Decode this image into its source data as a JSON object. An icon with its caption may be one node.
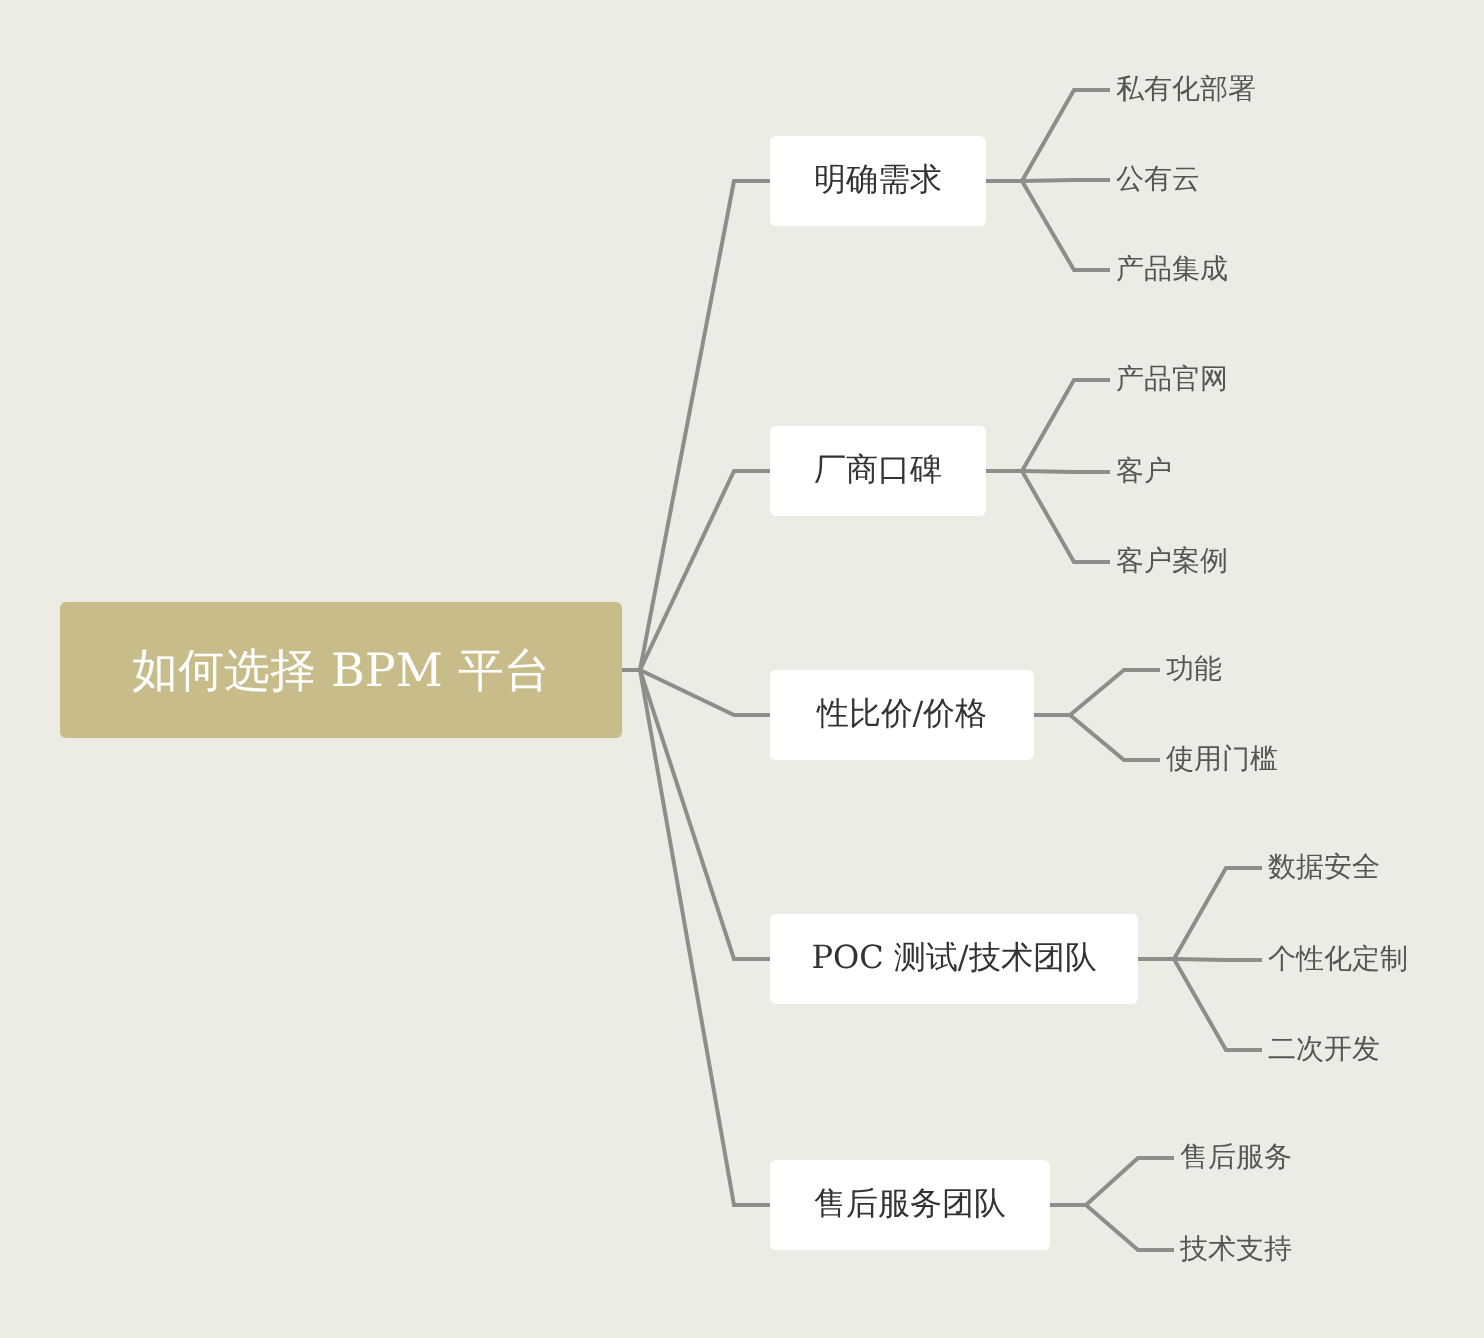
{
  "diagram": {
    "nodes": [
      {
        "text": [
          "如何选择 BPM 平台"
        ]
      },
      {
        "text": [
          "明确需求"
        ]
      },
      {
        "text": [
          "私有化部署"
        ]
      },
      {
        "text": [
          "公有云"
        ]
      },
      {
        "text": [
          "产品集成"
        ]
      },
      {
        "text": [
          "厂商口碑"
        ]
      },
      {
        "text": [
          "产品官网"
        ]
      },
      {
        "text": [
          "客户"
        ]
      },
      {
        "text": [
          "客户案例"
        ]
      },
      {
        "text": [
          "性比价/价格"
        ]
      },
      {
        "text": [
          "功能"
        ]
      },
      {
        "text": [
          "使用门槛"
        ]
      },
      {
        "text": [
          "POC 测试/技术团队"
        ]
      },
      {
        "text": [
          "数据安全"
        ]
      },
      {
        "text": [
          "个性化定制"
        ]
      },
      {
        "text": [
          "二次开发"
        ]
      },
      {
        "text": [
          "售后服务团队"
        ]
      },
      {
        "text": [
          "售后服务"
        ]
      },
      {
        "text": [
          "技术支持"
        ]
      }
    ],
    "edges": [
      {
        "from": 0,
        "to": 1,
        "arrow": "none"
      },
      {
        "from": 0,
        "to": 5,
        "arrow": "none"
      },
      {
        "from": 0,
        "to": 9,
        "arrow": "none"
      },
      {
        "from": 0,
        "to": 12,
        "arrow": "none"
      },
      {
        "from": 0,
        "to": 16,
        "arrow": "none"
      },
      {
        "from": 1,
        "to": 2,
        "arrow": "none"
      },
      {
        "from": 1,
        "to": 3,
        "arrow": "none"
      },
      {
        "from": 1,
        "to": 4,
        "arrow": "none"
      },
      {
        "from": 5,
        "to": 6,
        "arrow": "none"
      },
      {
        "from": 5,
        "to": 7,
        "arrow": "none"
      },
      {
        "from": 5,
        "to": 8,
        "arrow": "none"
      },
      {
        "from": 9,
        "to": 10,
        "arrow": "none"
      },
      {
        "from": 9,
        "to": 11,
        "arrow": "none"
      },
      {
        "from": 12,
        "to": 13,
        "arrow": "none"
      },
      {
        "from": 12,
        "to": 14,
        "arrow": "none"
      },
      {
        "from": 12,
        "to": 15,
        "arrow": "none"
      },
      {
        "from": 16,
        "to": 17,
        "arrow": "none"
      },
      {
        "from": 16,
        "to": 18,
        "arrow": "none"
      }
    ]
  }
}
